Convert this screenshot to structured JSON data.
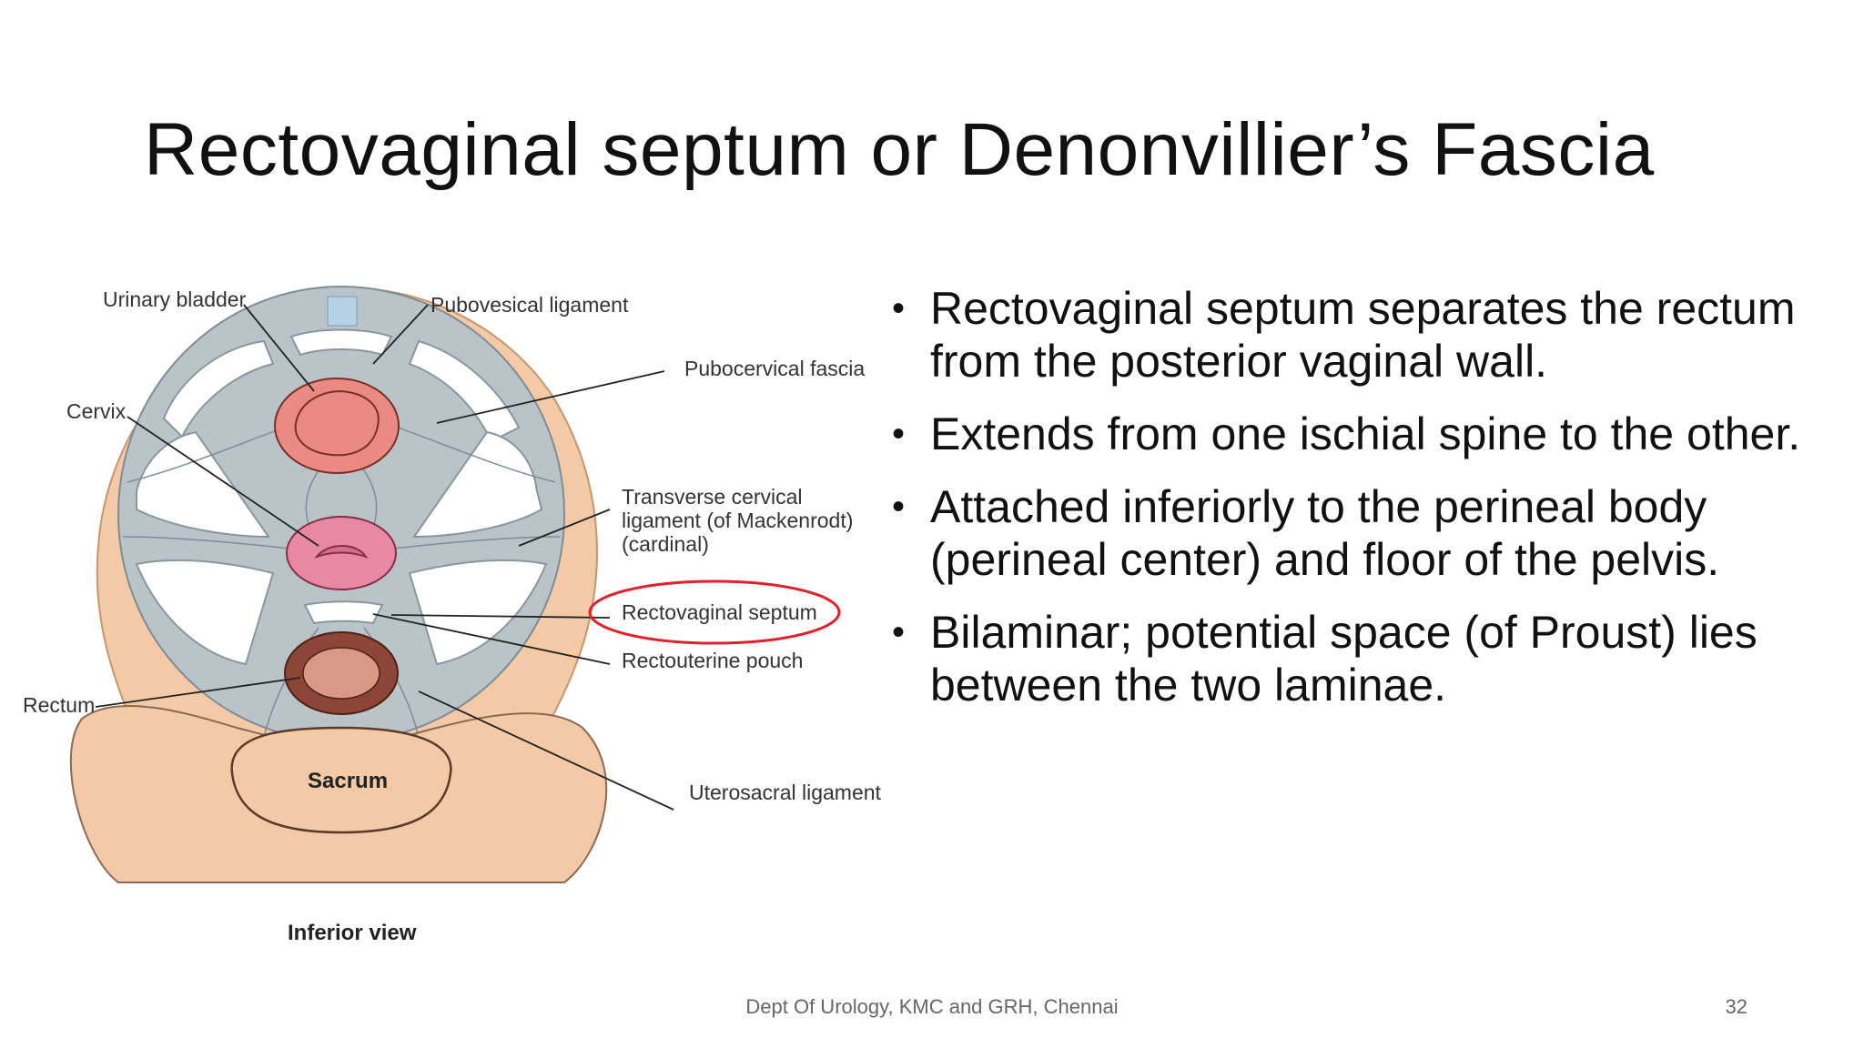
{
  "slide": {
    "title": "Rectovaginal septum or Denonvillier’s Fascia",
    "bullets": [
      "Rectovaginal septum separates the rectum from the posterior vaginal wall.",
      "Extends from one ischial spine to the other.",
      "Attached inferiorly to the perineal body (perineal center) and floor of the pelvis.",
      "Bilaminar; potential space (of Proust) lies between the two laminae."
    ],
    "footer": "Dept Of Urology, KMC and GRH, Chennai",
    "page_number": "32"
  },
  "figure": {
    "labels": {
      "urinary_bladder": "Urinary bladder",
      "pubovesical_ligament": "Pubovesical ligament",
      "pubocervical_fascia": "Pubocervical fascia",
      "cervix": "Cervix",
      "transverse_cervical_1": "Transverse cervical",
      "transverse_cervical_2": "ligament (of Mackenrodt)",
      "transverse_cervical_3": "(cardinal)",
      "rectovaginal_septum": "Rectovaginal septum",
      "rectouterine_pouch": "Rectouterine pouch",
      "rectum": "Rectum",
      "sacrum": "Sacrum",
      "uterosacral_ligament": "Uterosacral ligament",
      "inferior_view": "Inferior view"
    },
    "colors": {
      "fascia": "#b9c4c9",
      "skin": "#f3c9a6",
      "bladder": "#e98b82",
      "cervix": "#e889a3",
      "rectum": "#8c4637",
      "highlight": "#e0202a"
    }
  }
}
